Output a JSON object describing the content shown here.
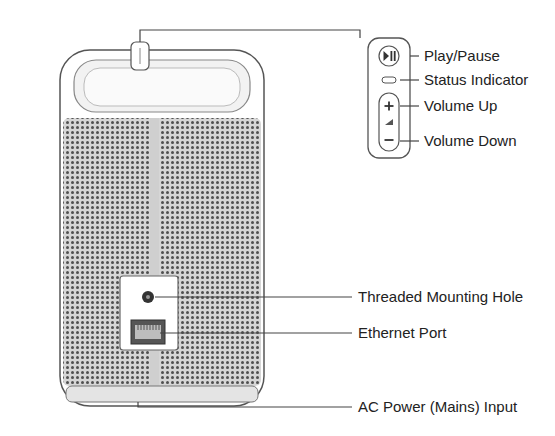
{
  "diagram": {
    "labels": [
      "Play/Pause",
      "Status Indicator",
      "Volume Up",
      "Volume Down",
      "Threaded Mounting Hole",
      "Ethernet Port",
      "AC Power (Mains) Input"
    ]
  }
}
